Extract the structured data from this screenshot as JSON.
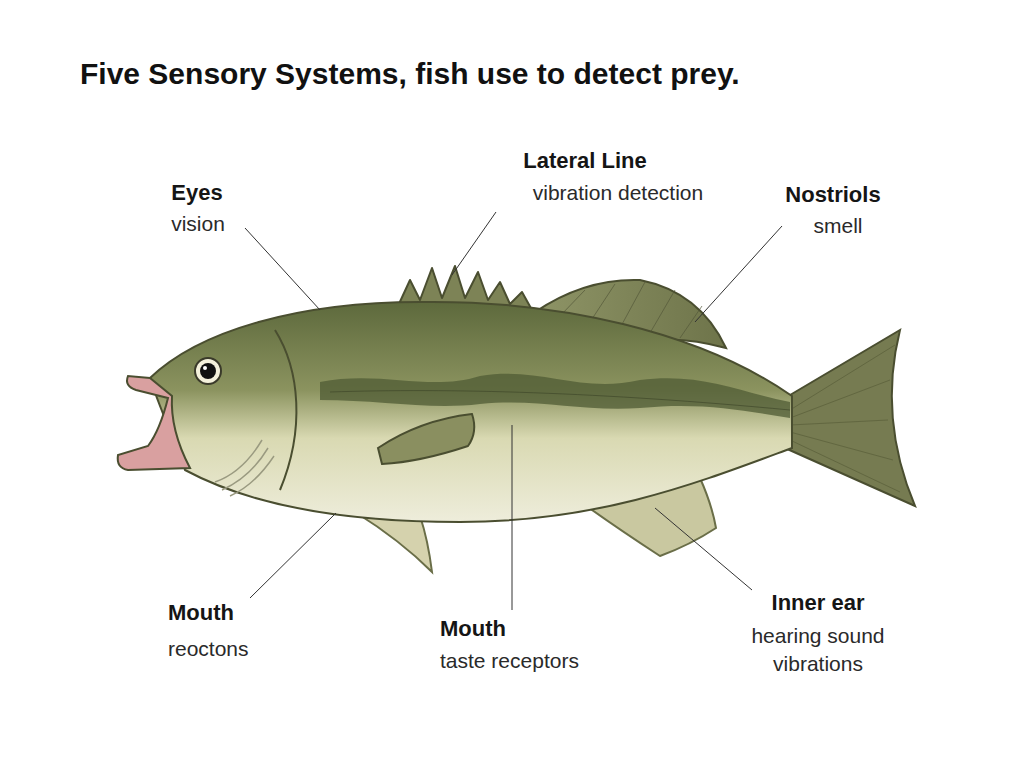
{
  "diagram": {
    "title": "Five Sensory Systems, fish use to detect prey.",
    "labels": [
      "Eyes",
      "vision",
      "Lateral Line",
      "vibration detection",
      "Nostriols",
      "smell",
      "Mouth",
      "reoctons",
      "Mouth",
      "taste receptors",
      "Inner ear",
      "hearing sound vibrations"
    ]
  }
}
